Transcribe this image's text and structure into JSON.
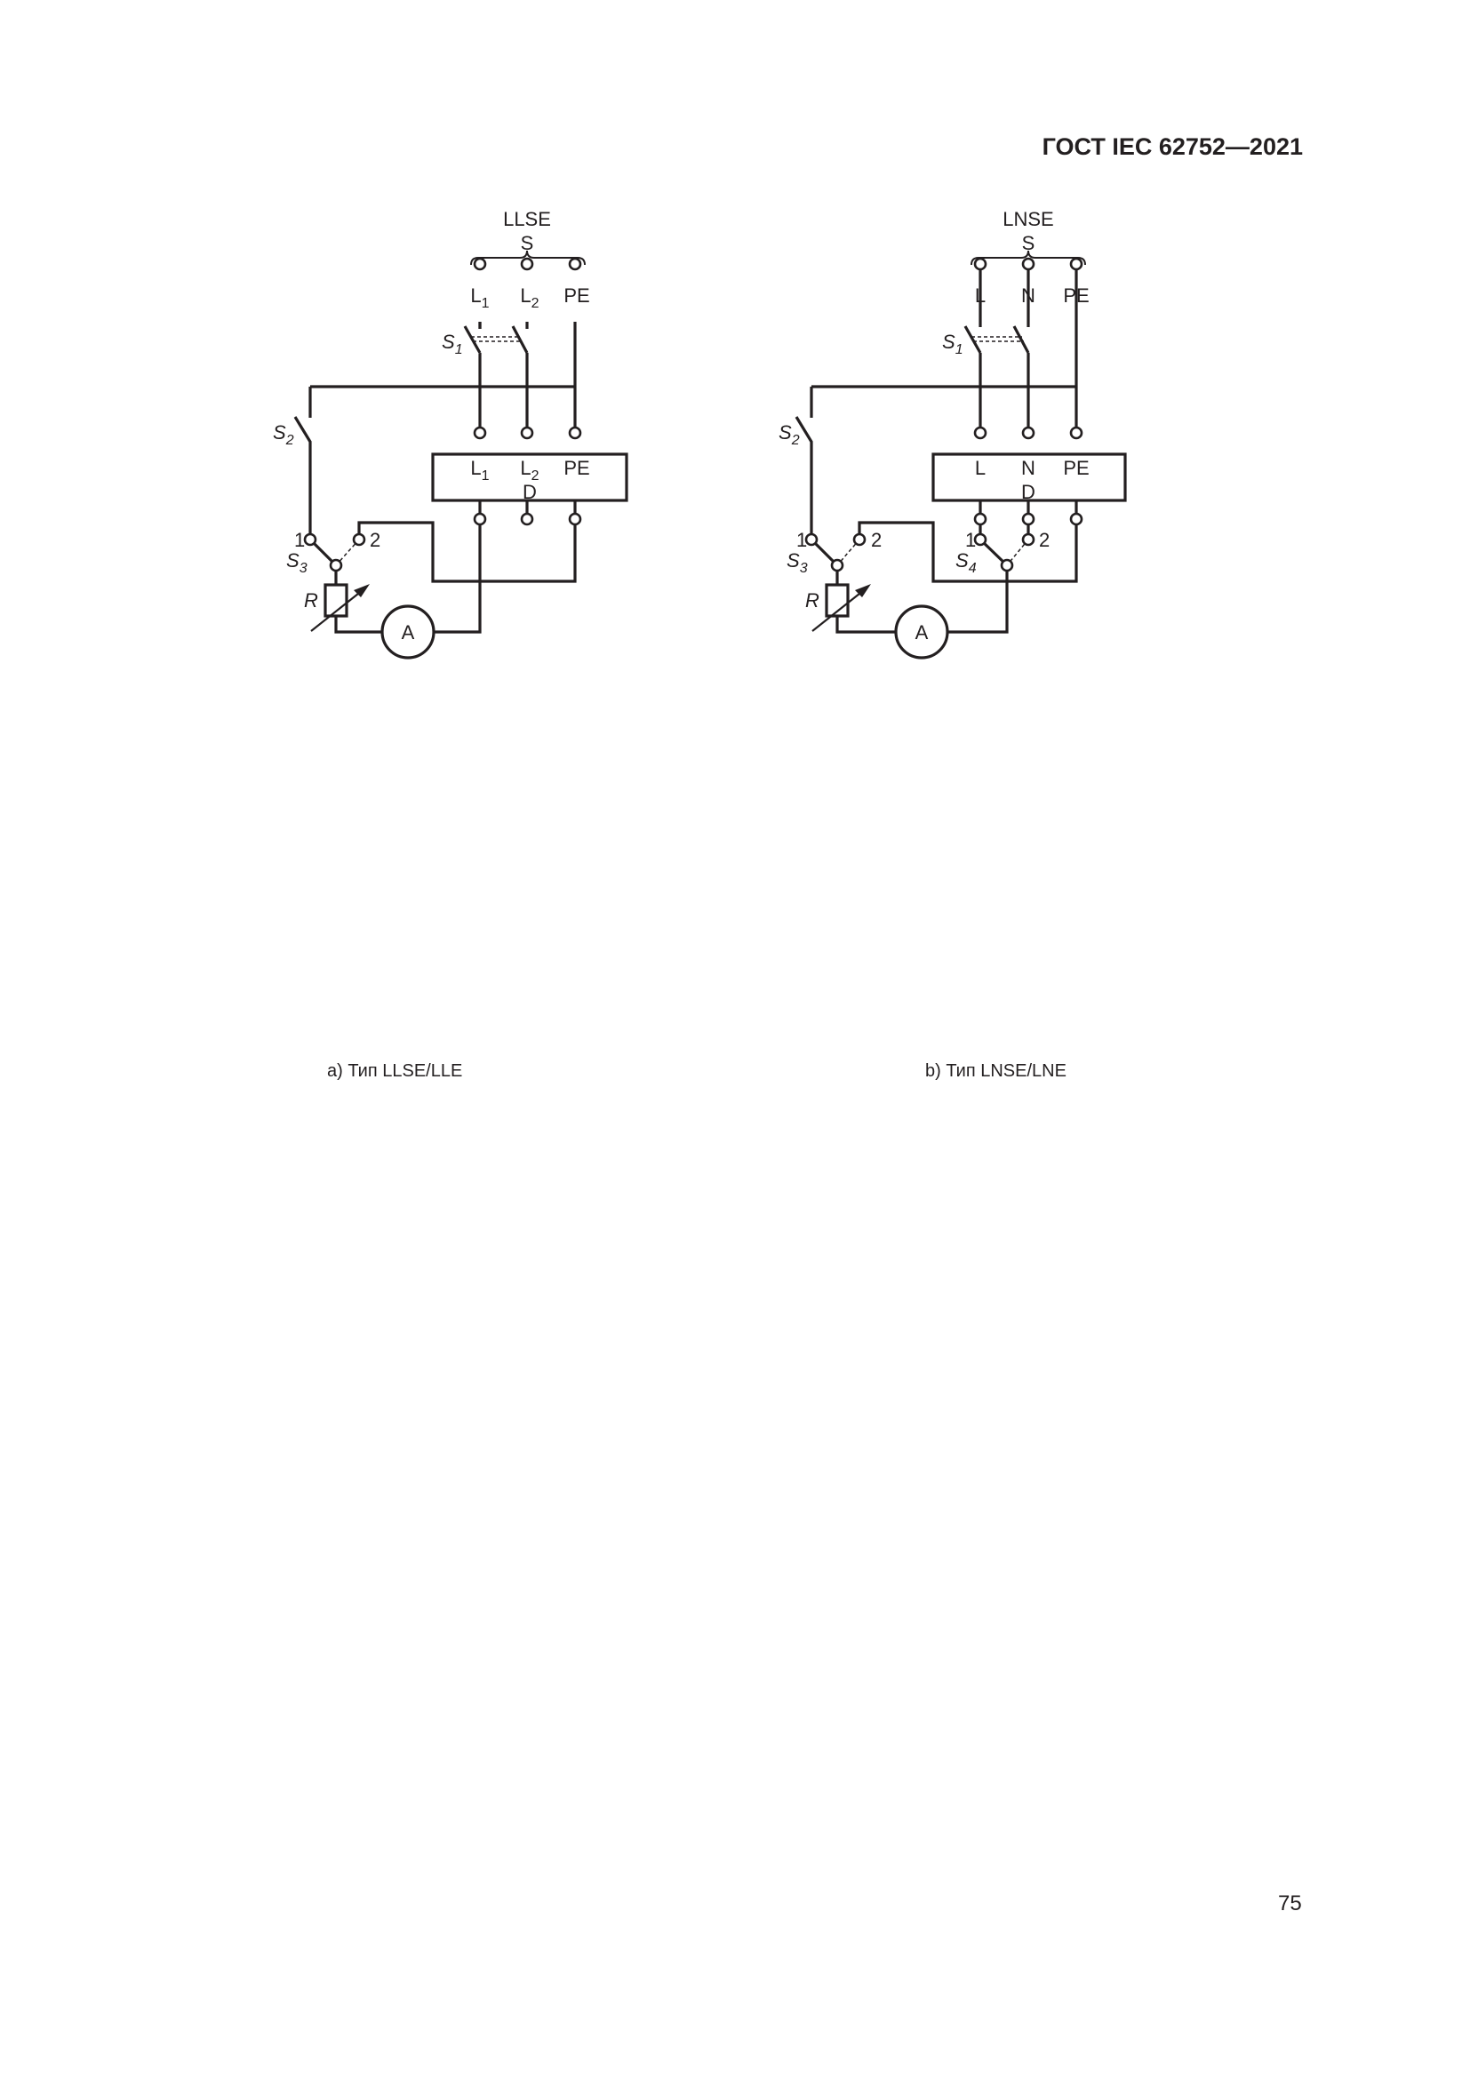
{
  "header": {
    "doc_id": "ГОСТ IEC 62752—2021"
  },
  "page_number": "75",
  "figure_a": {
    "supply_type": "LLSE",
    "supply": "S",
    "conductors": [
      {
        "main": "L",
        "sub": "1"
      },
      {
        "main": "L",
        "sub": "2"
      },
      {
        "main": "PE",
        "sub": ""
      }
    ],
    "device": "D",
    "switch_s1": {
      "main": "S",
      "sub": "1"
    },
    "switch_s2": {
      "main": "S",
      "sub": "2"
    },
    "switch_s3": {
      "main": "S",
      "sub": "3"
    },
    "pos1": "1",
    "pos2": "2",
    "resistor": "R",
    "ammeter": "A",
    "caption": "а)  Тип LLSE/LLE"
  },
  "figure_b": {
    "supply_type": "LNSE",
    "supply": "S",
    "conductors": [
      {
        "main": "L",
        "sub": ""
      },
      {
        "main": "N",
        "sub": ""
      },
      {
        "main": "PE",
        "sub": ""
      }
    ],
    "device": "D",
    "switch_s1": {
      "main": "S",
      "sub": "1"
    },
    "switch_s2": {
      "main": "S",
      "sub": "2"
    },
    "switch_s3": {
      "main": "S",
      "sub": "3"
    },
    "switch_s4": {
      "main": "S",
      "sub": "4"
    },
    "pos1": "1",
    "pos2": "2",
    "resistor": "R",
    "ammeter": "A",
    "caption": "b) Тип LNSE/LNE"
  }
}
